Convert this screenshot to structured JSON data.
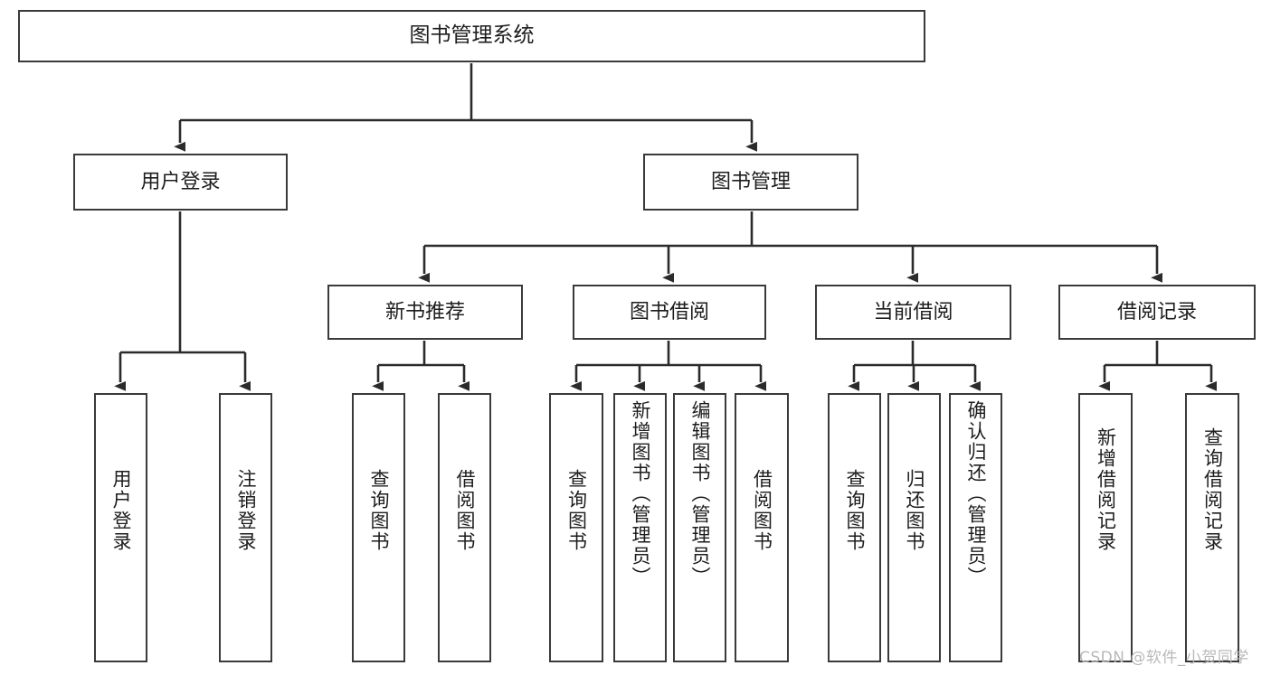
{
  "diagram": {
    "title": "图书管理系统",
    "type": "hierarchy-tree",
    "root": {
      "id": "root",
      "label": "图书管理系统"
    },
    "level2": [
      {
        "id": "user-login",
        "label": "用户登录"
      },
      {
        "id": "book-management",
        "label": "图书管理"
      }
    ],
    "level3": [
      {
        "id": "new-book-recommend",
        "label": "新书推荐"
      },
      {
        "id": "book-borrow",
        "label": "图书借阅"
      },
      {
        "id": "current-borrow",
        "label": "当前借阅"
      },
      {
        "id": "borrow-record",
        "label": "借阅记录"
      }
    ],
    "leaves": {
      "user-login": [
        {
          "id": "leaf-user-login",
          "label": "用户登录"
        },
        {
          "id": "leaf-logout",
          "label": "注销登录"
        }
      ],
      "new-book-recommend": [
        {
          "id": "leaf-query-book-1",
          "label": "查询图书"
        },
        {
          "id": "leaf-borrow-book-1",
          "label": "借阅图书"
        }
      ],
      "book-borrow": [
        {
          "id": "leaf-query-book-2",
          "label": "查询图书"
        },
        {
          "id": "leaf-add-book",
          "label": "新增图书（管理员）"
        },
        {
          "id": "leaf-edit-book",
          "label": "编辑图书（管理员）"
        },
        {
          "id": "leaf-borrow-book-2",
          "label": "借阅图书"
        }
      ],
      "current-borrow": [
        {
          "id": "leaf-query-book-3",
          "label": "查询图书"
        },
        {
          "id": "leaf-return-book",
          "label": "归还图书"
        },
        {
          "id": "leaf-confirm-return",
          "label": "确认归还（管理员）"
        }
      ],
      "borrow-record": [
        {
          "id": "leaf-add-record",
          "label": "新增借阅记录"
        },
        {
          "id": "leaf-query-record",
          "label": "查询借阅记录"
        }
      ]
    }
  },
  "watermark": {
    "text": "CSDN @软件_小贺同学"
  },
  "colors": {
    "box_border": "#3a3a3a",
    "connector": "#2b2b2b",
    "text": "#1d1d1d",
    "background": "#ffffff",
    "watermark": "#b9b9b9"
  }
}
